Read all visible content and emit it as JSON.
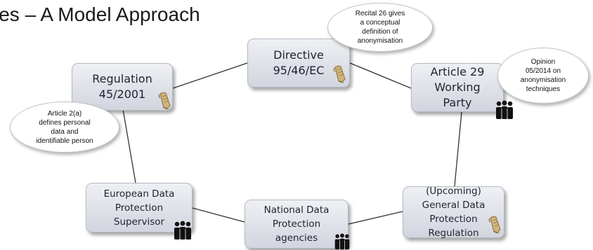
{
  "title": "ies – A Model Approach",
  "nodes": {
    "directive": {
      "label": "Directive\n95/46/EC",
      "icon": "scroll-icon"
    },
    "regulation": {
      "label": "Regulation\n45/2001",
      "icon": "scroll-icon"
    },
    "article29": {
      "label": "Article 29\nWorking Party",
      "icon": "people-icon"
    },
    "edps": {
      "label": "European Data\nProtection\nSupervisor",
      "icon": "people-icon"
    },
    "national": {
      "label": "National Data\nProtection\nagencies",
      "icon": "people-icon"
    },
    "gdpr": {
      "label": "(Upcoming)\nGeneral Data\nProtection\nRegulation",
      "icon": "scroll-icon"
    }
  },
  "callouts": {
    "recital": "Recital 26 gives\na conceptual\ndefinition of\nanonymisation",
    "opinion": "Opinion\n05/2014 on\nanonymisation\ntechniques",
    "article2a": "Article 2(a)\ndefines personal\ndata and\nidentifiable person"
  },
  "colors": {
    "scroll": "#c8ab72",
    "people": "#111111",
    "line": "#333333"
  }
}
